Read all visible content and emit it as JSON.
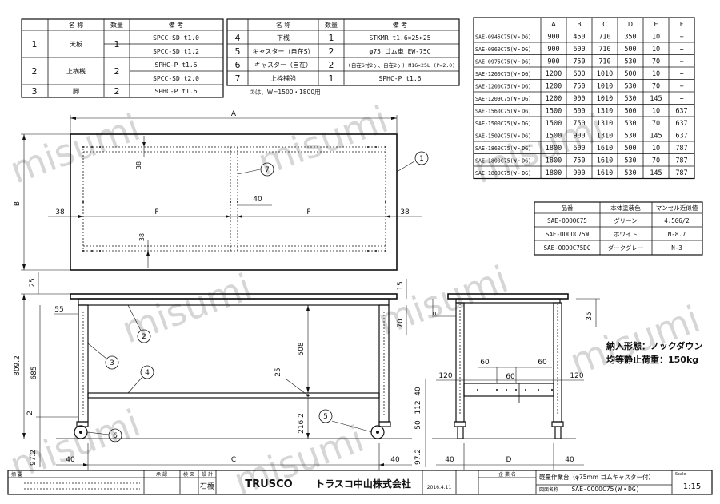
{
  "parts_table": {
    "headers": [
      "",
      "名 称",
      "数量",
      "備 考"
    ],
    "rows": [
      {
        "no": "1",
        "name": "天板",
        "qty": "1",
        "notes": [
          "SPCC-SD t1.0",
          "SPCC-SD t1.2"
        ]
      },
      {
        "no": "2",
        "name": "上横桟",
        "qty": "2",
        "notes": [
          "SPHC-P t1.6",
          "SPCC-SD t2.0"
        ]
      },
      {
        "no": "3",
        "name": "脚",
        "qty": "2",
        "notes": [
          "SPHC-P t1.6"
        ]
      }
    ]
  },
  "parts_table_2": {
    "headers": [
      "",
      "名 称",
      "数量",
      "備 考"
    ],
    "rows": [
      {
        "no": "4",
        "name": "下桟",
        "qty": "1",
        "note": "STKMR t1.6×25×25"
      },
      {
        "no": "5",
        "name": "キャスター（自在S）",
        "qty": "2",
        "note": "φ75 ゴム車 EW-75C"
      },
      {
        "no": "6",
        "name": "キャスター（自在）",
        "qty": "2",
        "note": "(自在S付2ヶ、自在2ヶ) M16×25L (P=2.0)"
      },
      {
        "no": "7",
        "name": "上枠補強",
        "qty": "1",
        "note": "SPHC-P t1.6"
      }
    ],
    "footnote": "⑦は、W=1500・1800用"
  },
  "size_table": {
    "headers": [
      "",
      "A",
      "B",
      "C",
      "D",
      "E",
      "F"
    ],
    "rows": [
      [
        "SAE-0945C75(W・DG)",
        "900",
        "450",
        "710",
        "350",
        "10",
        "−"
      ],
      [
        "SAE-0960C75(W・DG)",
        "900",
        "600",
        "710",
        "500",
        "10",
        "−"
      ],
      [
        "SAE-0975C75(W・DG)",
        "900",
        "750",
        "710",
        "530",
        "70",
        "−"
      ],
      [
        "SAE-1260C75(W・DG)",
        "1200",
        "600",
        "1010",
        "500",
        "10",
        "−"
      ],
      [
        "SAE-1200C75(W・DG)",
        "1200",
        "750",
        "1010",
        "530",
        "70",
        "−"
      ],
      [
        "SAE-1209C75(W・DG)",
        "1200",
        "900",
        "1010",
        "530",
        "145",
        "−"
      ],
      [
        "SAE-1560C75(W・DG)",
        "1500",
        "600",
        "1310",
        "500",
        "10",
        "637"
      ],
      [
        "SAE-1500C75(W・DG)",
        "1500",
        "750",
        "1310",
        "530",
        "70",
        "637"
      ],
      [
        "SAE-1509C75(W・DG)",
        "1500",
        "900",
        "1310",
        "530",
        "145",
        "637"
      ],
      [
        "SAE-1860C75(W・DG)",
        "1800",
        "600",
        "1610",
        "500",
        "10",
        "787"
      ],
      [
        "SAE-1800C75(W・DG)",
        "1800",
        "750",
        "1610",
        "530",
        "70",
        "787"
      ],
      [
        "SAE-1809C75(W・DG)",
        "1800",
        "900",
        "1610",
        "530",
        "145",
        "787"
      ]
    ]
  },
  "color_table": {
    "headers": [
      "品番",
      "本体塗装色",
      "マンセル近似値"
    ],
    "rows": [
      [
        "SAE-OOOOC75",
        "グリーン",
        "4.5G6/2"
      ],
      [
        "SAE-OOOOC75W",
        "ホワイト",
        "N-8.7"
      ],
      [
        "SAE-OOOOC75DG",
        "ダークグレー",
        "N-3"
      ]
    ]
  },
  "specs": {
    "delivery": "納入形態：ノックダウン",
    "load": "均等静止荷重：150kg"
  },
  "dims": {
    "A": "A",
    "B": "B",
    "C": "C",
    "F": "F",
    "d38": "38",
    "d40": "40",
    "d25": "25",
    "d55": "55",
    "d15": "15",
    "d70": "70",
    "d809": "809.2",
    "d685": "685",
    "d508": "508",
    "d216": "216.2",
    "d2": "2",
    "d97": "97.2",
    "dE": "E",
    "d35": "35",
    "d120": "120",
    "d60": "60",
    "d112": "112",
    "d50": "50",
    "dD": "D"
  },
  "callouts": [
    "1",
    "2",
    "3",
    "4",
    "5",
    "6",
    "7"
  ],
  "watermark": "misumi",
  "title_block": {
    "change_label": "摘 要",
    "approve": "承 認",
    "check": "検 図",
    "design": "設 計",
    "designer": "石橋",
    "brand": "TRUSCO",
    "company": "トラスコ中山株式会社",
    "date": "2016.4.11",
    "customer": "企 業 名",
    "product": "軽量作業台（φ75mm ゴムキャスター付）",
    "drawing_name_label": "図面名称",
    "drawing_name": "SAE-OOOOC75(W・DG)",
    "scale_label": "Scale",
    "scale": "1:15"
  }
}
